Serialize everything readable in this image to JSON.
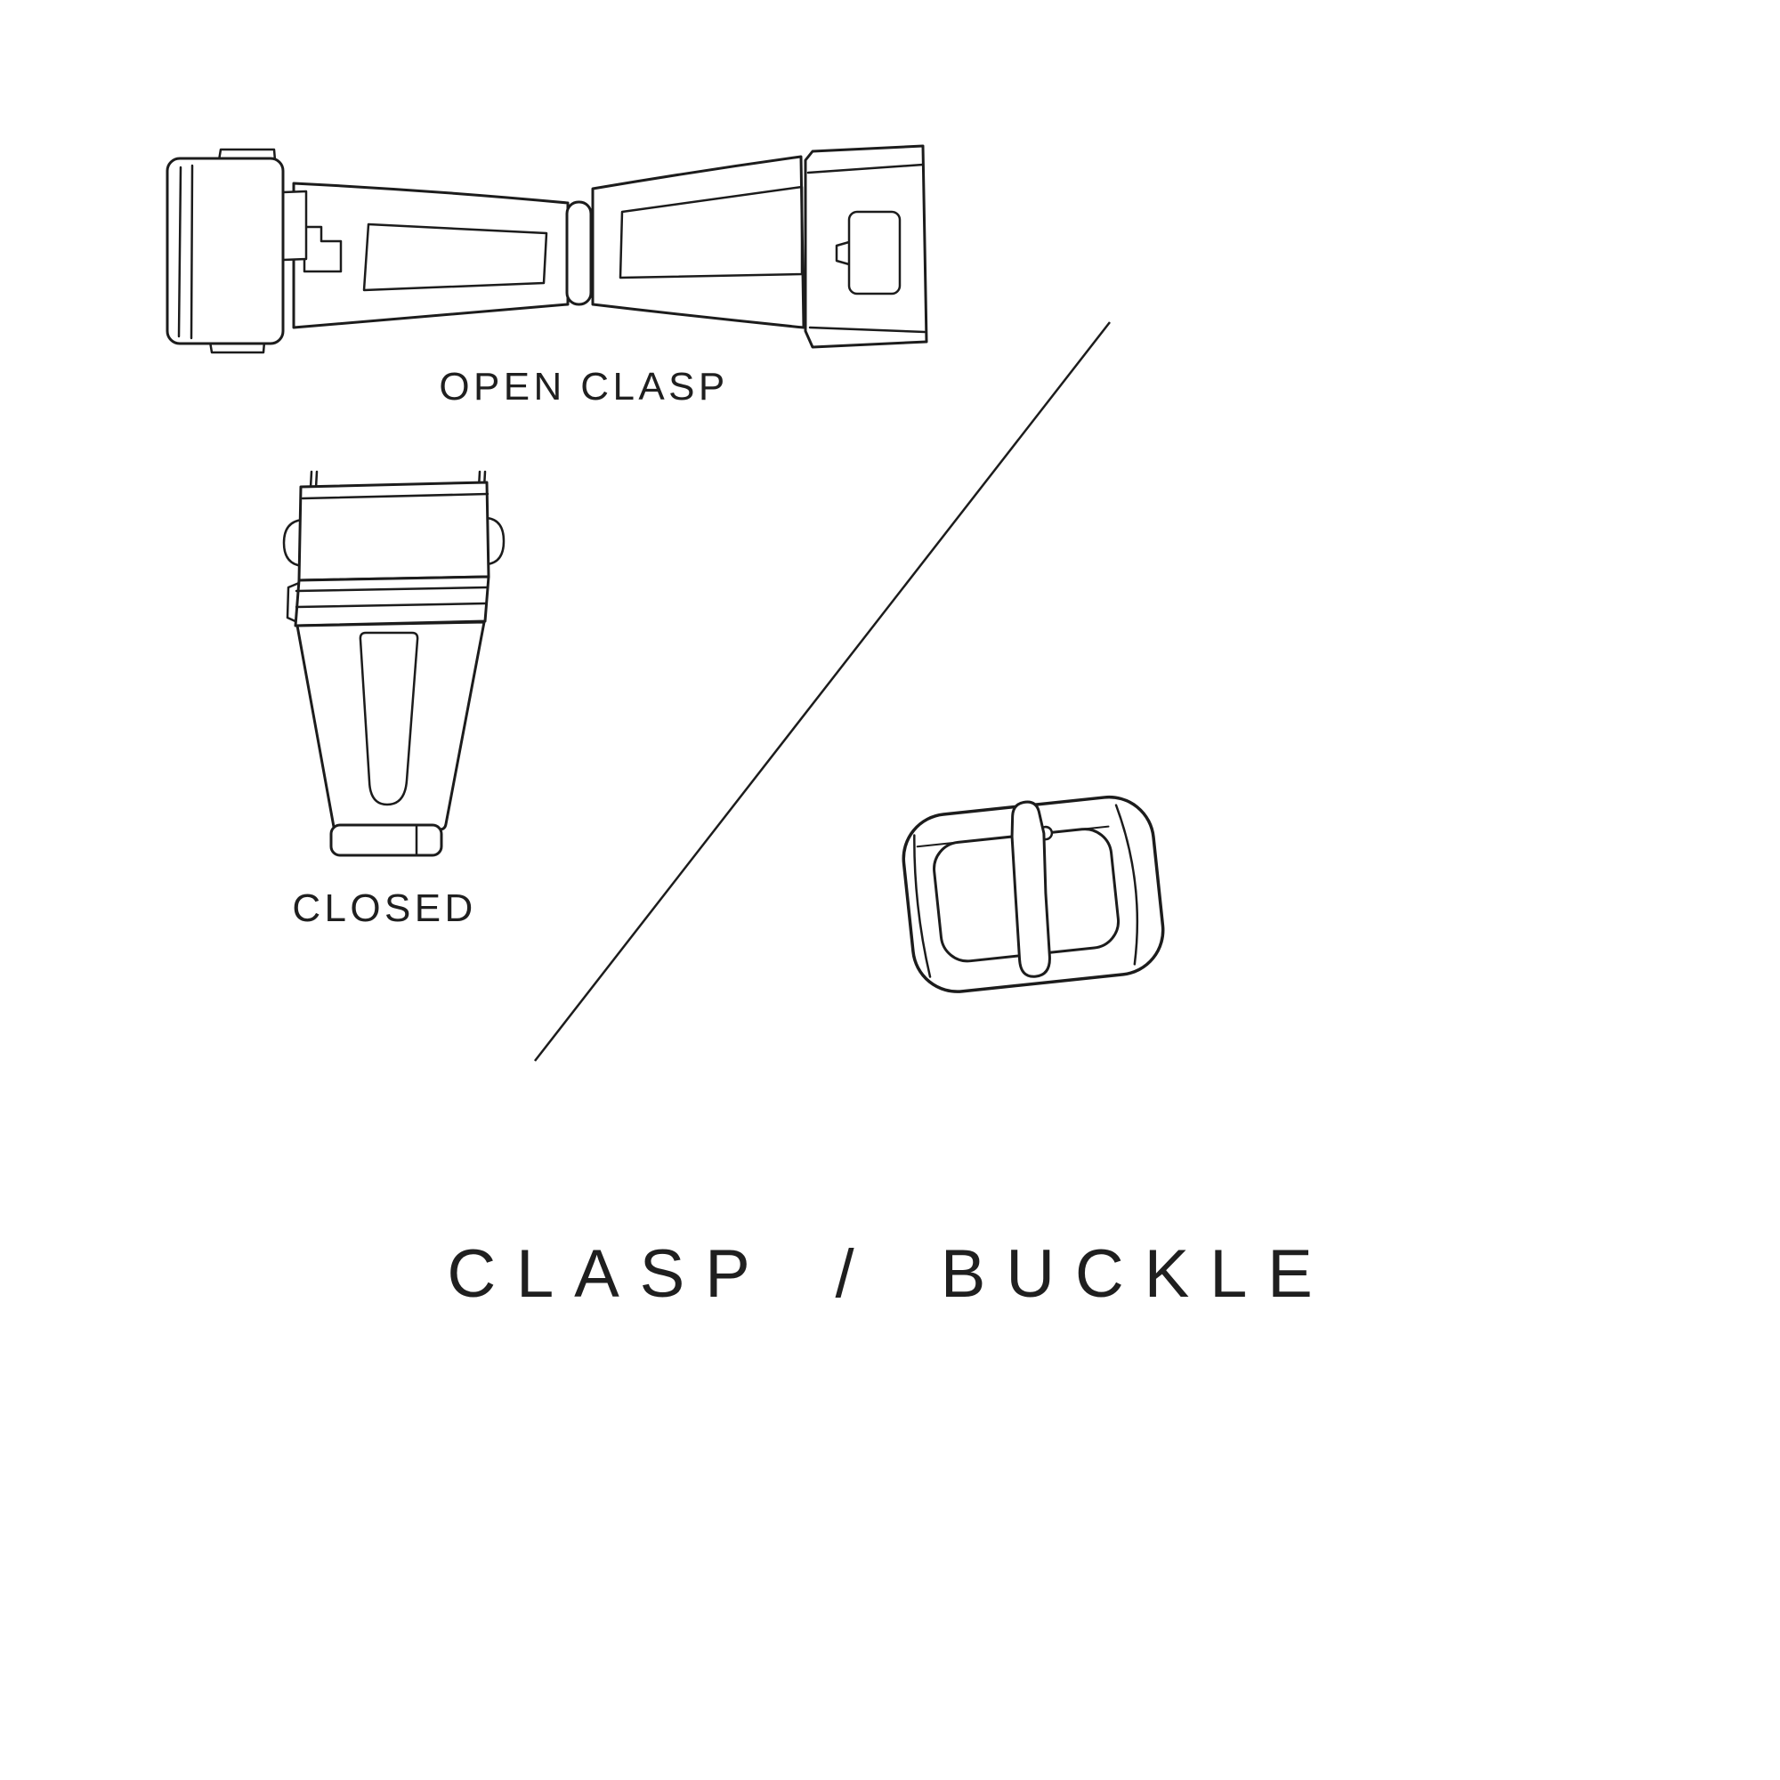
{
  "page": {
    "background_color": "#ffffff",
    "line_color": "#1c1c1c",
    "text_color": "#1f1f1f"
  },
  "title": "CLASP / BUCKLE",
  "figures": {
    "open_clasp": {
      "icon": "open-clasp-illustration",
      "label": "OPEN CLASP"
    },
    "closed_clasp": {
      "icon": "closed-clasp-illustration",
      "label": "CLOSED"
    },
    "buckle": {
      "icon": "tang-buckle-illustration"
    },
    "divider": {
      "icon": "diagonal-divider-line"
    }
  }
}
